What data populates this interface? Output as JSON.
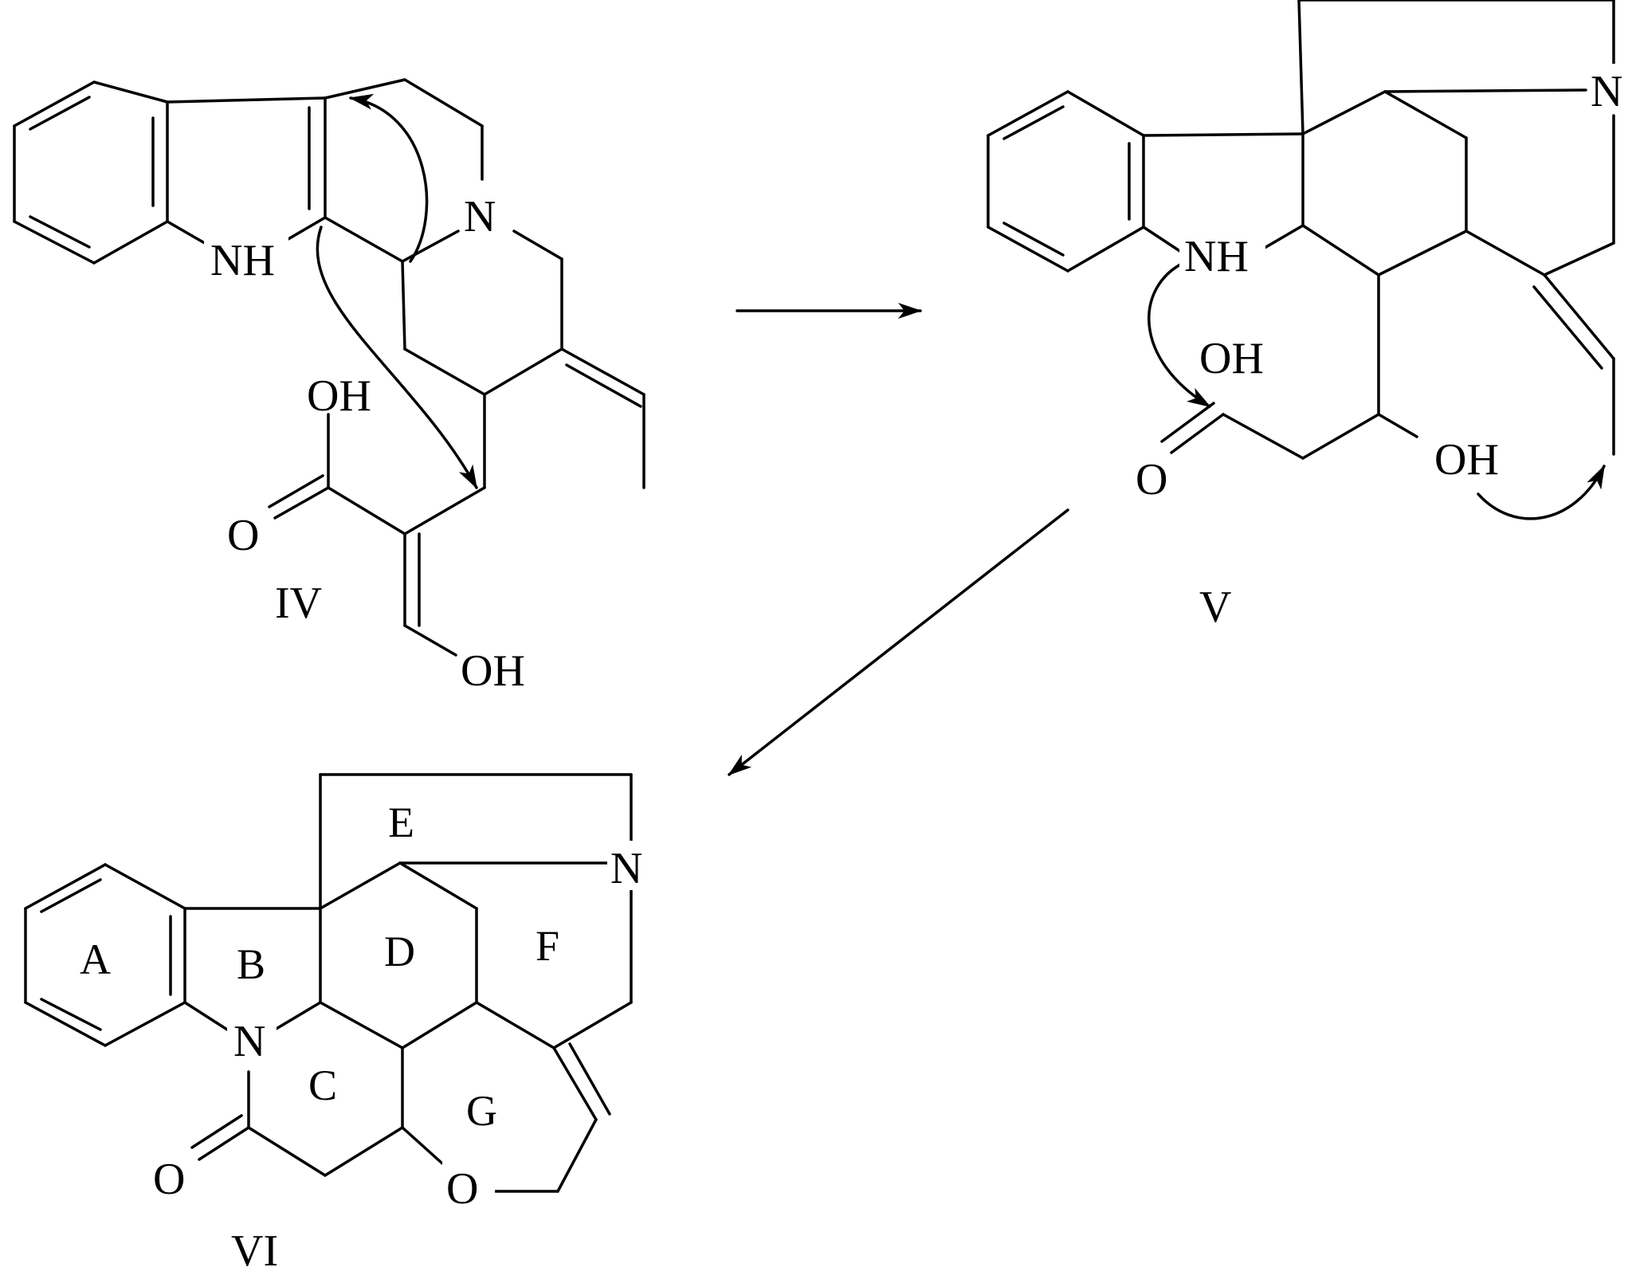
{
  "compound_iv": {
    "label": "IV",
    "atoms": {
      "nh": "NH",
      "n": "N",
      "oh_acid": "OH",
      "o_carbonyl": "O",
      "oh_enol": "OH"
    }
  },
  "compound_v": {
    "label": "V",
    "atoms": {
      "nh": "NH",
      "n": "N",
      "oh_acid": "OH",
      "o_carbonyl": "O",
      "oh_alcohol": "OH"
    }
  },
  "compound_vi": {
    "label": "VI",
    "atoms": {
      "n_amide": "N",
      "n": "N",
      "o_carbonyl": "O",
      "o_ether": "O"
    },
    "rings": {
      "a": "A",
      "b": "B",
      "c": "C",
      "d": "D",
      "e": "E",
      "f": "F",
      "g": "G"
    }
  },
  "colors": {
    "ink": "#000000",
    "background": "#ffffff"
  }
}
